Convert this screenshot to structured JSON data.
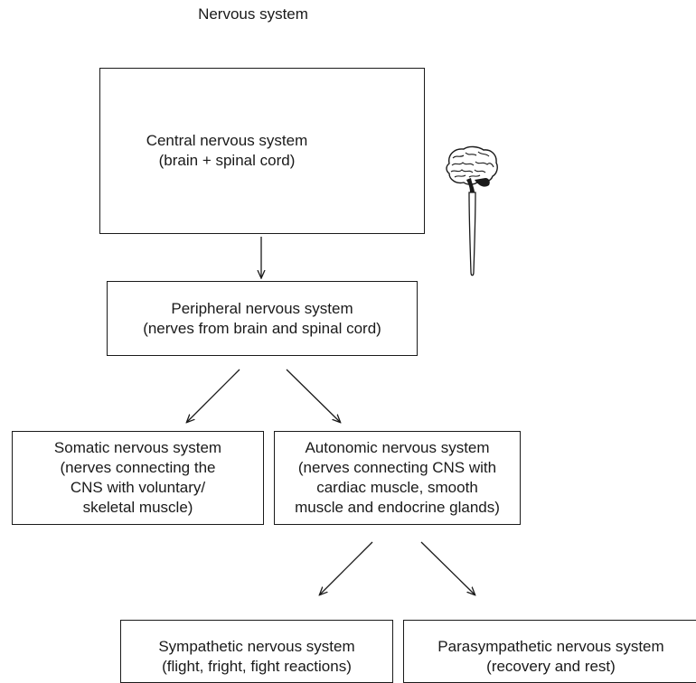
{
  "title": "Nervous system",
  "nodes": {
    "cns": {
      "lines": [
        "Central nervous system",
        "(brain + spinal cord)"
      ]
    },
    "pns": {
      "lines": [
        "Peripheral nervous system",
        "(nerves from brain and spinal cord)"
      ]
    },
    "somatic": {
      "lines": [
        "Somatic nervous system",
        "(nerves connecting the",
        "CNS with voluntary/",
        "skeletal muscle)"
      ]
    },
    "autonomic": {
      "lines": [
        "Autonomic nervous system",
        "(nerves connecting CNS with",
        "cardiac muscle, smooth",
        "muscle and endocrine glands)"
      ]
    },
    "sympathetic": {
      "lines": [
        "Sympathetic nervous system",
        "(flight, fright, fight reactions)"
      ]
    },
    "parasympathetic": {
      "lines": [
        "Parasympathetic nervous system",
        "(recovery and rest)"
      ]
    }
  },
  "edges": [
    {
      "from": "cns",
      "to": "pns"
    },
    {
      "from": "pns",
      "to": "somatic"
    },
    {
      "from": "pns",
      "to": "autonomic"
    },
    {
      "from": "autonomic",
      "to": "sympathetic"
    },
    {
      "from": "autonomic",
      "to": "parasympathetic"
    }
  ],
  "icons": {
    "cns_illustration": "brain-and-spinal-cord-icon"
  }
}
